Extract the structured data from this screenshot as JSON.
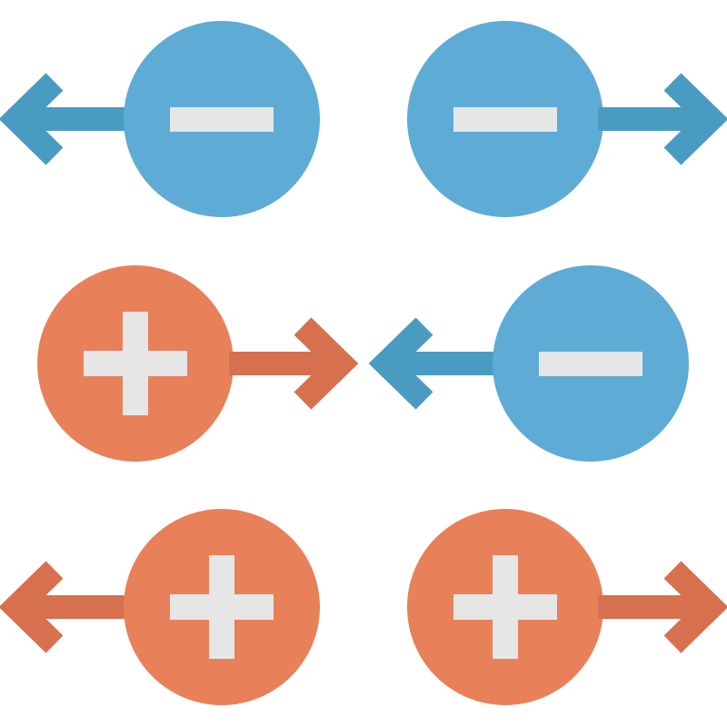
{
  "colors": {
    "negative_fill": "#5eabd6",
    "negative_arrow": "#4a9bc1",
    "positive_fill": "#e8805a",
    "positive_arrow": "#d6704f",
    "sign": "#e6e6e6",
    "background": "#ffffff"
  },
  "diagram": {
    "rows": [
      {
        "name": "row-like-negative-repel",
        "charges": [
          "negative",
          "negative"
        ],
        "forces": [
          "left",
          "right"
        ],
        "interaction": "repel"
      },
      {
        "name": "row-opposite-attract",
        "charges": [
          "positive",
          "negative"
        ],
        "forces": [
          "right",
          "left"
        ],
        "interaction": "attract"
      },
      {
        "name": "row-like-positive-repel",
        "charges": [
          "positive",
          "positive"
        ],
        "forces": [
          "left",
          "right"
        ],
        "interaction": "repel"
      }
    ]
  }
}
